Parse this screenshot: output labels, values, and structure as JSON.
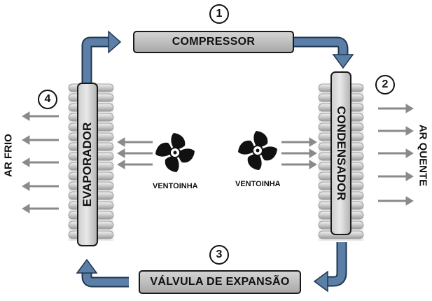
{
  "steps": {
    "compressor": {
      "number": "1",
      "label": "COMPRESSOR"
    },
    "condenser": {
      "number": "2",
      "label": "CONDENSADOR"
    },
    "expansion_valve": {
      "number": "3",
      "label": "VÁLVULA DE EXPANSÃO"
    },
    "evaporator": {
      "number": "4",
      "label": "EVAPORADOR"
    }
  },
  "fans": {
    "left_label": "VENTOINHA",
    "right_label": "VENTOINHA"
  },
  "air": {
    "cold_label": "AR FRIO",
    "hot_label": "AR QUENTE"
  },
  "colors": {
    "flow_arrow": "#5b7fa6",
    "air_arrow": "#8a8a8a",
    "box_fill": "#bdbdbd"
  }
}
